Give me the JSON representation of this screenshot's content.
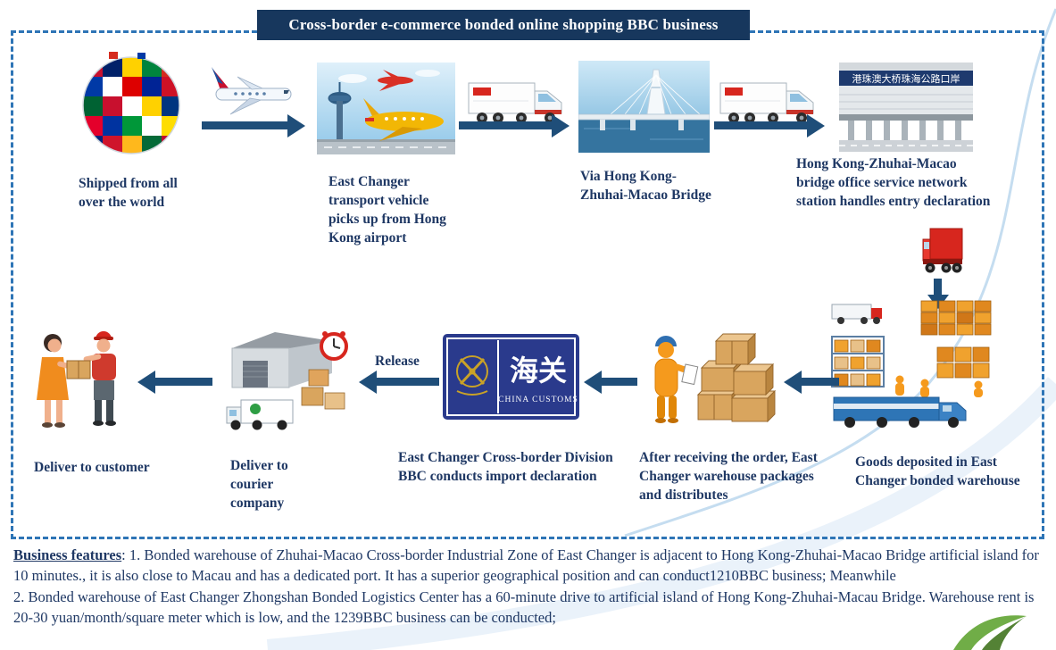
{
  "title": "Cross-border e-commerce bonded online shopping BBC business",
  "steps": {
    "shipped": "Shipped from all over the world",
    "pickup": "East Changer transport vehicle picks up from Hong Kong airport",
    "via_bridge": "Via Hong Kong-Zhuhai-Macao Bridge",
    "entry_office": "Hong Kong-Zhuhai-Macao bridge office service network station handles  entry declaration",
    "deposited": "Goods deposited in East Changer bonded warehouse",
    "packages": "After receiving the order, East Changer warehouse packages and distributes",
    "customs_declare": "East Changer Cross-border Division BBC conducts import declaration",
    "release": "Release",
    "courier": "Deliver to courier company",
    "customer": "Deliver to customer"
  },
  "signs": {
    "border_office_cn": "港珠澳大桥珠海公路口岸",
    "customs_cn": "海关",
    "customs_en": "CHINA CUSTOMS"
  },
  "notes": {
    "heading": "Business features",
    "body1": ": 1. Bonded warehouse of Zhuhai-Macao Cross-border Industrial Zone of East Changer  is adjacent to Hong Kong-Zhuhai-Macao Bridge artificial island for 10 minutes., it is also close to Macau and has a dedicated port. It has a superior geographical position and can conduct1210BBC business; Meanwhile",
    "body2": "2. Bonded warehouse of East Changer Zhongshan Bonded Logistics Center has a 60-minute drive to artificial island of Hong Kong-Zhuhai-Macau Bridge. Warehouse rent is 20-30 yuan/month/square meter which is low, and the 1239BBC business can be conducted;"
  },
  "colors": {
    "navy_text": "#1f3864",
    "arrow": "#1f4e79",
    "dashed_border": "#2e75b6",
    "title_bg": "#17375d",
    "accent_green": "#70ad47"
  }
}
